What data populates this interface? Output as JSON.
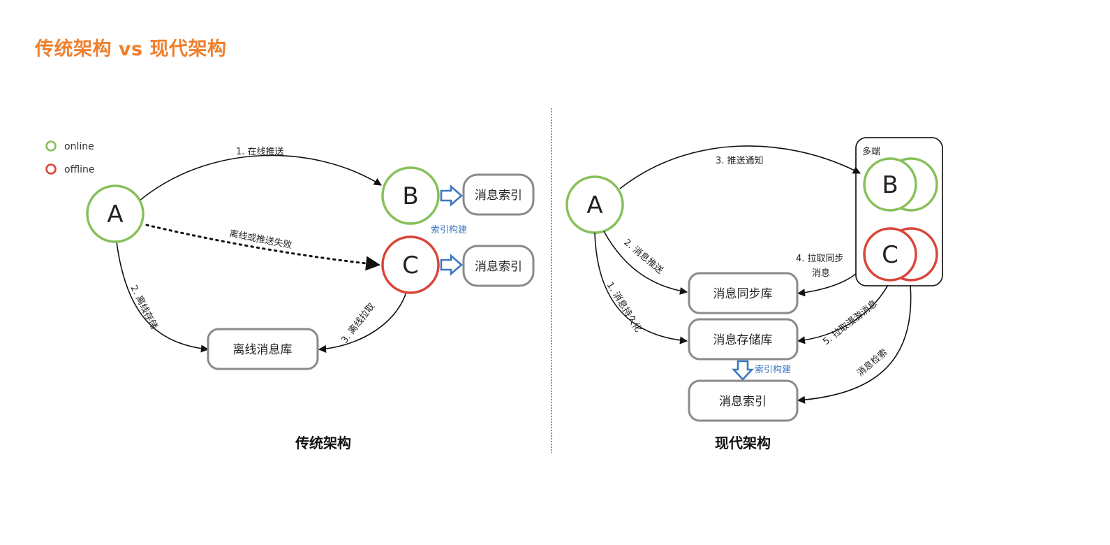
{
  "title": "传统架构 vs 现代架构",
  "colors": {
    "title": "#ee7f2d",
    "online": "#87c05a",
    "offline": "#d9453a",
    "index_arrow": "#3a78c0"
  },
  "legend": {
    "online": "online",
    "offline": "offline"
  },
  "traditional": {
    "caption": "传统架构",
    "node_a": "A",
    "node_b": "B",
    "node_c": "C",
    "index_box_b": "消息索引",
    "index_box_c": "消息索引",
    "index_build": "索引构建",
    "offline_store": "离线消息库",
    "edge_online_push": "1. 在线推送",
    "edge_push_fail": "离线或推送失败",
    "edge_offline_save": "2. 离线存储",
    "edge_offline_pull": "3. 离线拉取"
  },
  "modern": {
    "caption": "现代架构",
    "node_a": "A",
    "node_b": "B",
    "node_c": "C",
    "multi_device": "多端",
    "sync_store": "消息同步库",
    "storage_store": "消息存储库",
    "index_store": "消息索引",
    "index_build": "索引构建",
    "edge_persist": "1. 消息持久化",
    "edge_push": "2. 消息推送",
    "edge_notify": "3. 推送通知",
    "edge_pull_sync_1": "4. 拉取同步",
    "edge_pull_sync_2": "消息",
    "edge_roaming": "5. 拉取漫游消息",
    "edge_search": "消息检索"
  }
}
